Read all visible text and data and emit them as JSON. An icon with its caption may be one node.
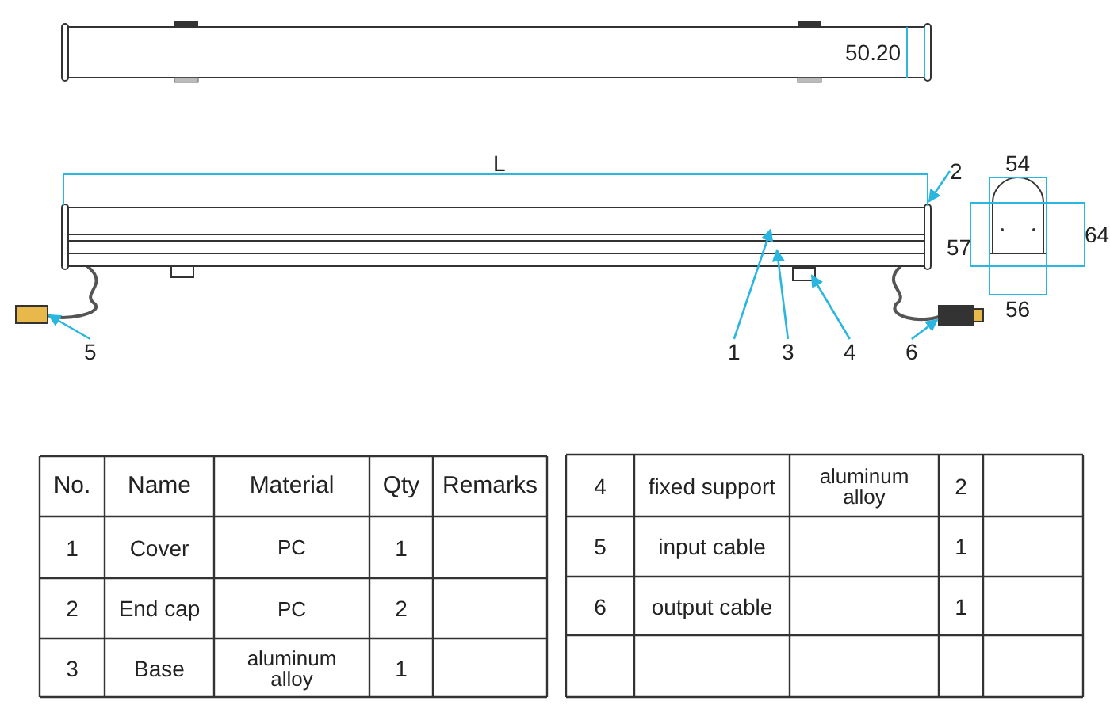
{
  "diagram": {
    "nodes": [
      {
        "text": [
          "1"
        ]
      },
      {
        "text": [
          "2"
        ]
      },
      {
        "text": [
          "3"
        ]
      },
      {
        "text": [
          "4"
        ]
      },
      {
        "text": [
          "5"
        ]
      },
      {
        "text": [
          "6"
        ]
      }
    ],
    "edges": [
      {
        "from": 0,
        "to": null,
        "arrow": "to"
      },
      {
        "from": 1,
        "to": null,
        "arrow": "to"
      },
      {
        "from": 2,
        "to": null,
        "arrow": "to"
      },
      {
        "from": 3,
        "to": null,
        "arrow": "to"
      },
      {
        "from": 4,
        "to": null,
        "arrow": "to"
      },
      {
        "from": 5,
        "to": null,
        "arrow": "to"
      }
    ],
    "labels": [
      "50.20",
      "L",
      "54",
      "57",
      "64",
      "56",
      "No.",
      "Name",
      "Material",
      "Qty",
      "Remarks",
      "1",
      "Cover",
      "PC",
      "1",
      "2",
      "End cap",
      "PC",
      "2",
      "3",
      "Base",
      "aluminum alloy",
      "1",
      "4",
      "fixed support",
      "aluminum alloy",
      "2",
      "5",
      "input cable",
      "1",
      "6",
      "output cable",
      "1"
    ]
  }
}
